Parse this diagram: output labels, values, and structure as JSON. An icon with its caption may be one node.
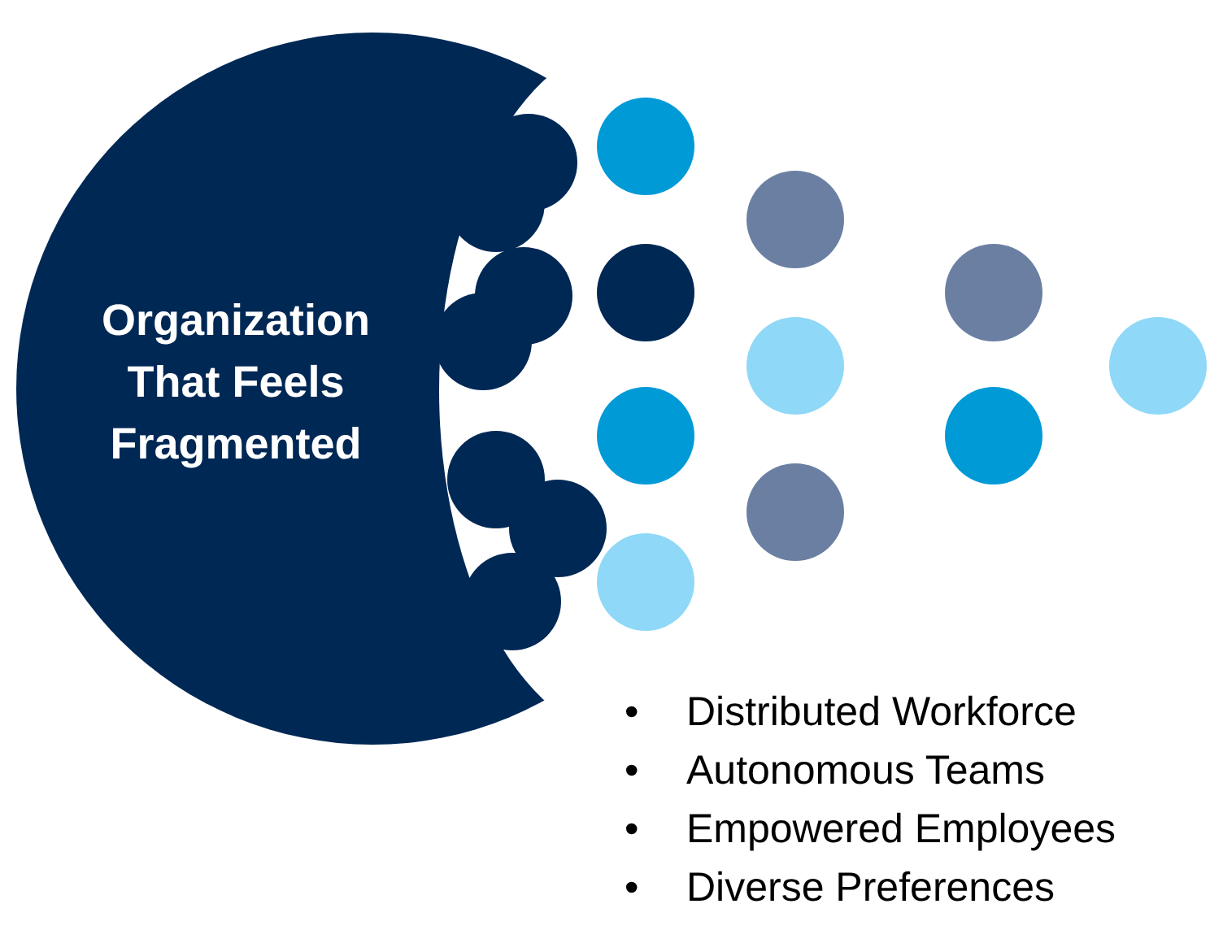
{
  "diagram": {
    "nodes": [
      {
        "text": [
          "Organization That Feels Fragmented"
        ]
      }
    ],
    "labels": [
      "•",
      "Distributed Workforce",
      "•",
      "Autonomous Teams",
      "•",
      "Empowered Employees",
      "•",
      "Diverse Preferences"
    ]
  }
}
